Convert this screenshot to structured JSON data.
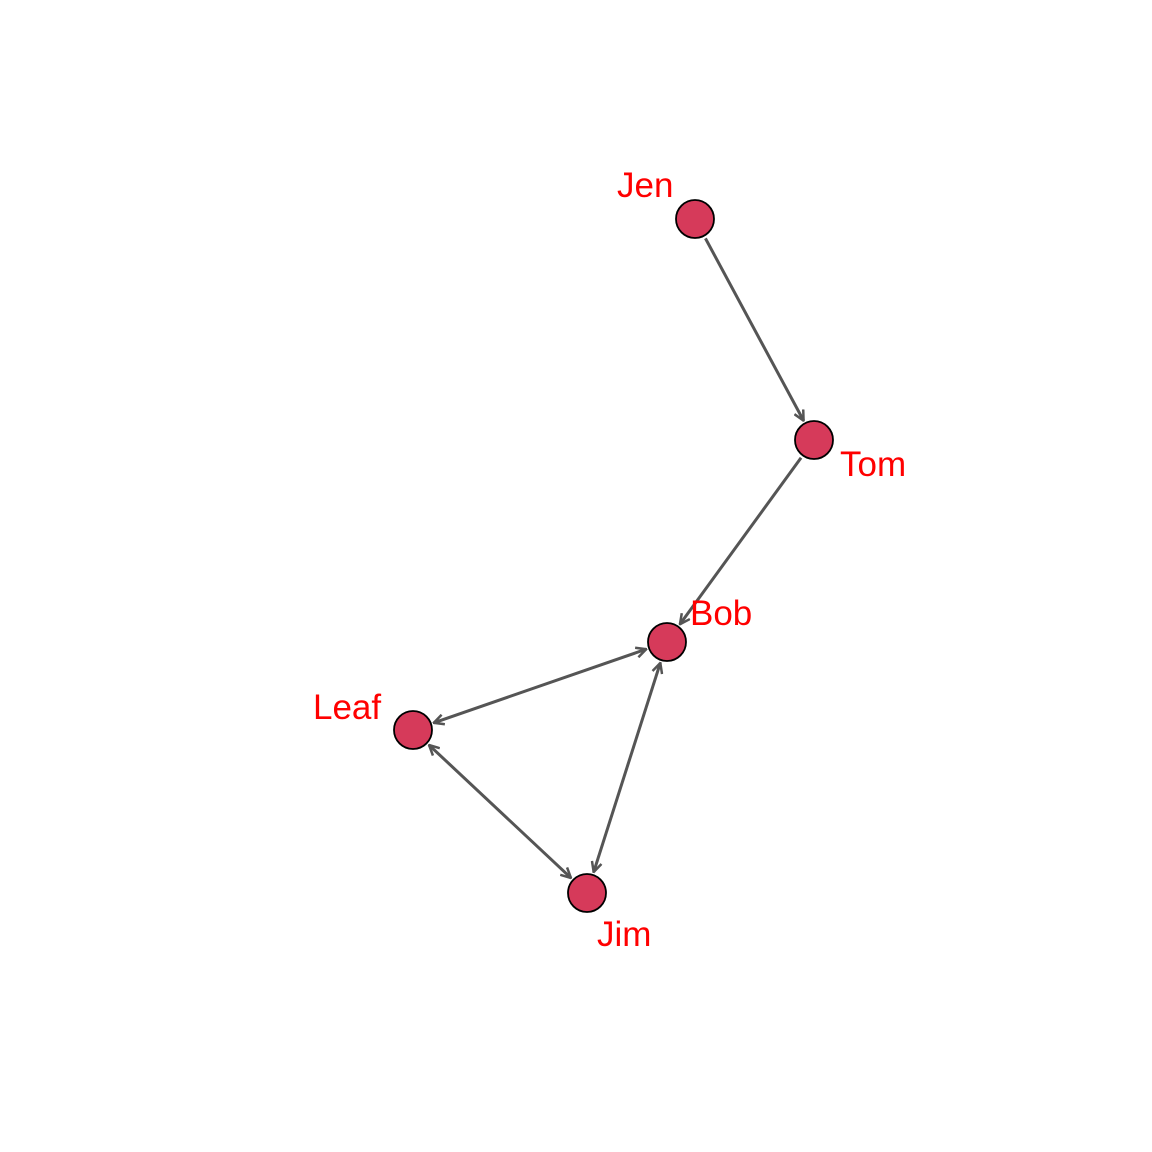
{
  "graph": {
    "node_fill": "#d63a5a",
    "node_stroke": "#000000",
    "edge_color": "#555555",
    "label_color": "#ff0000",
    "nodes": [
      {
        "id": "jen",
        "label": "Jen"
      },
      {
        "id": "tom",
        "label": "Tom"
      },
      {
        "id": "bob",
        "label": "Bob"
      },
      {
        "id": "leaf",
        "label": "Leaf"
      },
      {
        "id": "jim",
        "label": "Jim"
      }
    ],
    "edges": [
      {
        "from": "jen",
        "to": "tom",
        "direction": "forward"
      },
      {
        "from": "tom",
        "to": "bob",
        "direction": "forward"
      },
      {
        "from": "bob",
        "to": "leaf",
        "direction": "both"
      },
      {
        "from": "bob",
        "to": "jim",
        "direction": "both"
      },
      {
        "from": "leaf",
        "to": "jim",
        "direction": "both"
      }
    ]
  }
}
